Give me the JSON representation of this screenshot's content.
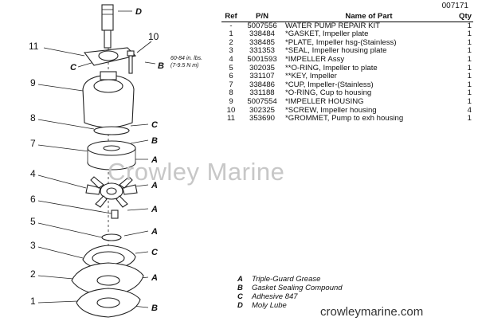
{
  "doc_number": "007171",
  "table": {
    "headers": {
      "ref": "Ref",
      "pn": "P/N",
      "name": "Name of Part",
      "qty": "Qty"
    },
    "rows": [
      {
        "ref": "-",
        "pn": "5007556",
        "name": "WATER PUMP REPAIR KIT",
        "qty": "1"
      },
      {
        "ref": "1",
        "pn": "338484",
        "name": "*GASKET, Impeller plate",
        "qty": "1"
      },
      {
        "ref": "2",
        "pn": "338485",
        "name": "*PLATE, Impeller hsg-(Stainless)",
        "qty": "1"
      },
      {
        "ref": "3",
        "pn": "331353",
        "name": "*SEAL, Impeller housing plate",
        "qty": "1"
      },
      {
        "ref": "4",
        "pn": "5001593",
        "name": "*IMPELLER Assy",
        "qty": "1"
      },
      {
        "ref": "5",
        "pn": "302035",
        "name": "**O-RING, Impeller to plate",
        "qty": "1"
      },
      {
        "ref": "6",
        "pn": "331107",
        "name": "**KEY, Impeller",
        "qty": "1"
      },
      {
        "ref": "7",
        "pn": "338486",
        "name": "*CUP, Impeller-(Stainless)",
        "qty": "1"
      },
      {
        "ref": "8",
        "pn": "331188",
        "name": "*O-RING, Cup to housing",
        "qty": "1"
      },
      {
        "ref": "9",
        "pn": "5007554",
        "name": "*IMPELLER HOUSING",
        "qty": "1"
      },
      {
        "ref": "10",
        "pn": "302325",
        "name": "*SCREW, Impeller housing",
        "qty": "4"
      },
      {
        "ref": "11",
        "pn": "353690",
        "name": "*GROMMET, Pump to exh housing",
        "qty": "1"
      }
    ]
  },
  "legend": [
    {
      "code": "A",
      "desc": "Triple-Guard Grease"
    },
    {
      "code": "B",
      "desc": "Gasket Sealing Compound"
    },
    {
      "code": "C",
      "desc": "Adhesive 847"
    },
    {
      "code": "D",
      "desc": "Moly Lube"
    }
  ],
  "torque_note": {
    "line1": "60-84 in. lbs.",
    "line2": "(7-9.5 N m)"
  },
  "watermark": "Crowley Marine",
  "website": "crowleymarine.com",
  "diagram": {
    "callouts": [
      "D",
      "10",
      "11",
      "C",
      "B",
      "9",
      "8",
      "C",
      "7",
      "B",
      "A",
      "4",
      "A",
      "6",
      "A",
      "5",
      "A",
      "3",
      "C",
      "2",
      "A",
      "1",
      "B"
    ]
  }
}
